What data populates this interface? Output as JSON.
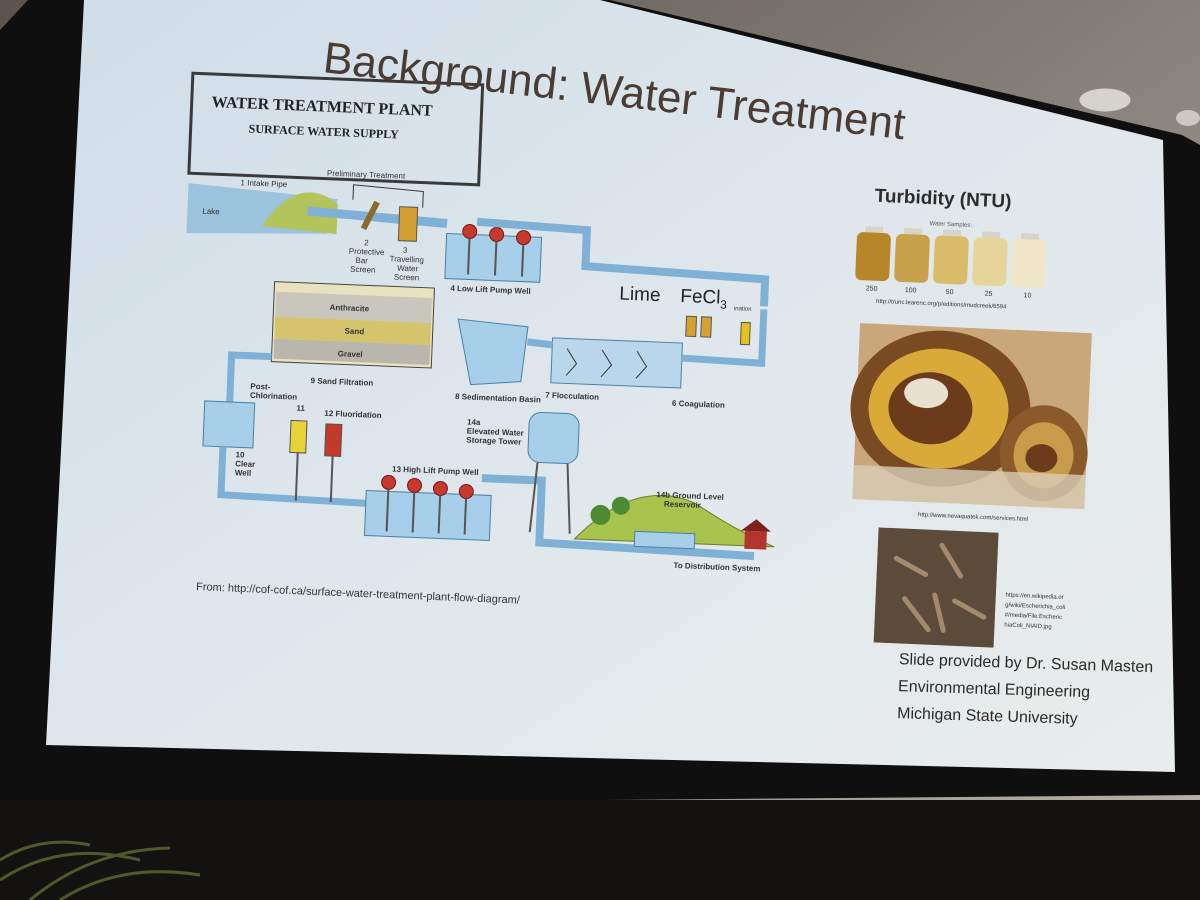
{
  "slide": {
    "title": "Background: Water Treatment",
    "plant_title_1": "WATER TREATMENT PLANT",
    "plant_title_2": "SURFACE WATER SUPPLY",
    "source_from": "From: http://cof-cof.ca/surface-water-treatment-plant-flow-diagram/",
    "turbidity_title": "Turbidity (NTU)",
    "water_samples_label": "Water Samples:",
    "turbidity_values": [
      "250",
      "100",
      "50",
      "25",
      "10"
    ],
    "turbidity_colors": [
      "#b7862a",
      "#c9a04b",
      "#d9bb6a",
      "#e7d49a",
      "#efe6c8"
    ],
    "turbidity_url": "http://trunc.learenc.org/p/editions/mudcreek/6594",
    "pipe_url": "http://www.nevaquatek.com/services.html",
    "ecoli_url_lines": [
      "https://en.wikipedia.or",
      "g/wiki/Escherichia_coli",
      "#/media/File:Escheric",
      "hiaColi_NIAID.jpg"
    ],
    "credit_lines": [
      "Slide provided by Dr. Susan Masten",
      "Environmental Engineering",
      "Michigan State University"
    ],
    "labels": {
      "lake": "Lake",
      "intake": "1 Intake Pipe",
      "preliminary": "Preliminary Treatment",
      "protective_1": "2",
      "protective_2": "Protective",
      "protective_3": "Bar",
      "protective_4": "Screen",
      "travelling_1": "3",
      "travelling_2": "Travelling",
      "travelling_3": "Water",
      "travelling_4": "Screen",
      "low_lift": "4 Low Lift Pump Well",
      "lime": "Lime",
      "fecl": "FeCl",
      "fecl_sub": "3",
      "fluoridation_small": "ination",
      "anthracite": "Anthracite",
      "sand": "Sand",
      "gravel": "Gravel",
      "sedimentation": "8 Sedimentation Basin",
      "flocculation": "7 Flocculation",
      "coagulation": "6 Coagulation",
      "sand_filtration": "9 Sand Filtration",
      "post_chlor_1": "Post-",
      "post_chlor_2": "Chlorination",
      "post_chlor_num": "11",
      "fluoridation": "12 Fluoridation",
      "clear_well_1": "10",
      "clear_well_2": "Clear",
      "clear_well_3": "Well",
      "high_lift": "13 High Lift Pump Well",
      "elevated_1": "14a",
      "elevated_2": "Elevated Water",
      "elevated_3": "Storage Tower",
      "ground_1": "14b Ground Level",
      "ground_2": "Reservoir",
      "distribution": "To Distribution System"
    }
  }
}
